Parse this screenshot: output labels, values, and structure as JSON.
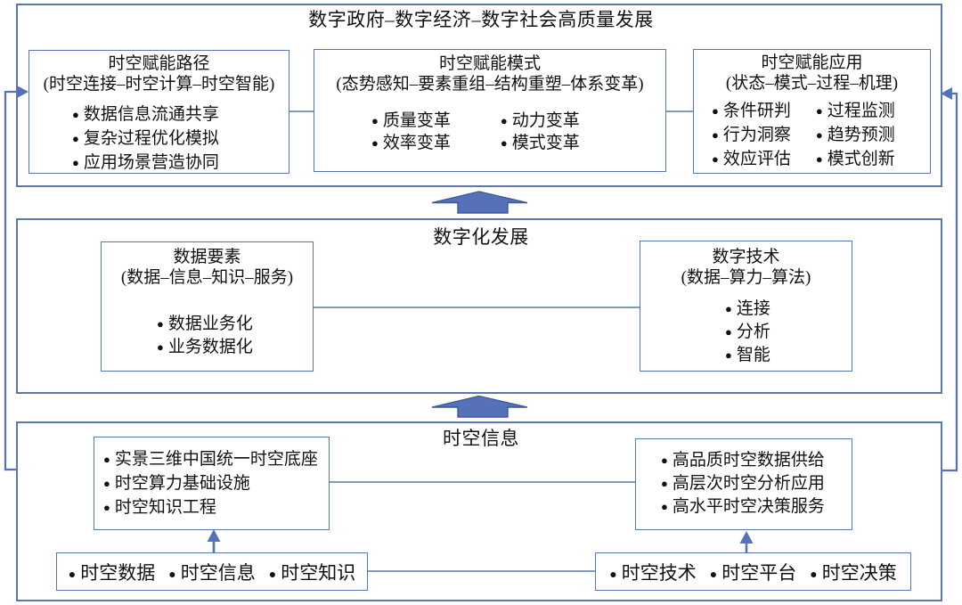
{
  "colors": {
    "box_border": "#5878B4",
    "arrow_fill": "#5571B7",
    "arrow_stroke": "#3D5A99",
    "text": "#111111",
    "background": "#ffffff"
  },
  "icons": {
    "bullet": "●"
  },
  "sections": {
    "top": {
      "title": "数字政府–数字经济–数字社会高质量发展",
      "boxes": [
        {
          "title": "时空赋能路径",
          "subtitle": "(时空连接–时空计算–时空智能)",
          "bullets": [
            "数据信息流通共享",
            "复杂过程优化模拟",
            "应用场景营造协同"
          ]
        },
        {
          "title": "时空赋能模式",
          "subtitle": "(态势感知–要素重组–结构重塑–体系变革)",
          "bullet_columns": [
            [
              "质量变革",
              "效率变革"
            ],
            [
              "动力变革",
              "模式变革"
            ]
          ]
        },
        {
          "title": "时空赋能应用",
          "subtitle": "(状态–模式–过程–机理)",
          "bullet_columns": [
            [
              "条件研判",
              "行为洞察",
              "效应评估"
            ],
            [
              "过程监测",
              "趋势预测",
              "模式创新"
            ]
          ]
        }
      ]
    },
    "middle": {
      "title": "数字化发展",
      "boxes": [
        {
          "title": "数据要素",
          "subtitle": "(数据–信息–知识–服务)",
          "bullets": [
            "数据业务化",
            "业务数据化"
          ]
        },
        {
          "title": "数字技术",
          "subtitle": "(数据–算力–算法)",
          "bullets": [
            "连接",
            "分析",
            "智能"
          ]
        }
      ]
    },
    "bottom": {
      "title": "时空信息",
      "boxes": [
        {
          "bullets": [
            "实景三维中国统一时空底座",
            "时空算力基础设施",
            "时空知识工程"
          ]
        },
        {
          "bullets": [
            "高品质时空数据供给",
            "高层次时空分析应用",
            "高水平时空决策服务"
          ]
        }
      ],
      "strips": [
        {
          "items": [
            "时空数据",
            "时空信息",
            "时空知识"
          ]
        },
        {
          "items": [
            "时空技术",
            "时空平台",
            "时空决策"
          ]
        }
      ]
    }
  }
}
